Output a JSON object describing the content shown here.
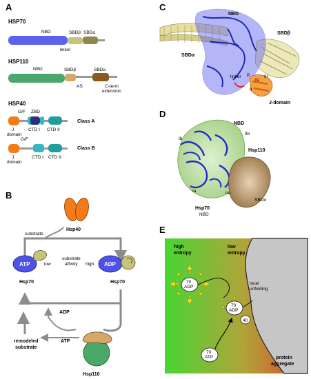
{
  "panels": {
    "a": "A",
    "b": "B",
    "c": "C",
    "d": "D",
    "e": "E"
  },
  "panel_a": {
    "hsp70": {
      "title": "HSP70",
      "nbd": "NBD",
      "sbdb": "SBDβ",
      "sbda": "SBDα",
      "linker": "linker"
    },
    "hsp110": {
      "title": "HSP110",
      "nbd": "NBD",
      "sbdb": "SBDβ",
      "sbda": "SBDα",
      "as": "AS",
      "cterm_1": "C-term",
      "cterm_2": "extension"
    },
    "hsp40": {
      "title": "HSP40",
      "class_a": {
        "gf": "G/F",
        "zbd": "ZBD",
        "j_1": "J",
        "j_2": "domain",
        "ctd1": "CTD I",
        "ctd2": "CTD II",
        "label": "Class A"
      },
      "class_b": {
        "gf": "G/F",
        "j_1": "J",
        "j_2": "domain",
        "ctd1": "CTD I",
        "ctd2": "CTD II",
        "label": "Class B"
      }
    }
  },
  "panel_b": {
    "hsp40": "Hsp40",
    "substrate": "substrate",
    "atp_state": "ATP",
    "adp_state": "ADP",
    "low": "low",
    "affinity_1": "substrate",
    "affinity_2": "affinity",
    "high": "high",
    "hsp70_left": "Hsp70",
    "hsp70_right": "Hsp70",
    "adp_release": "ADP",
    "atp_bind": "ATP",
    "remodeled_1": "remodeled",
    "remodeled_2": "substrate",
    "hsp110": "Hsp110"
  },
  "panel_c": {
    "nbd": "NBD",
    "sbdb": "SBDβ",
    "sbda": "SBDα",
    "linker": "linker",
    "helix_p": "P",
    "helix_ii": "II",
    "helix_iii": "III",
    "helix_iv": "IV",
    "jdomain": "J-domain"
  },
  "panel_d": {
    "nbd": "NBD",
    "iib": "IIb",
    "ib": "Ib",
    "hsp110": "Hsp110",
    "ia": "Ia",
    "iia": "IIa",
    "sbda": "SBDα",
    "hsp70": "Hsp70",
    "hsp70_sub": "NBD"
  },
  "panel_e": {
    "high_1": "high",
    "high_2": "entropy",
    "low_1": "low",
    "low_2": "entropy",
    "n70": "70",
    "adp": "ADP",
    "n70b": "70",
    "adpb": "ADP",
    "n40": "40",
    "n70c": "70",
    "atp": "ATP",
    "unfold_1": "local",
    "unfold_2": "unfolding",
    "aggregate_1": "protein",
    "aggregate_2": "aggregate"
  },
  "colors": {
    "nbd_blue": "#5b62f0",
    "sbdb_tan": "#c8c27a",
    "sbda_olive": "#8d8955",
    "hsp110_green": "#4aa86a",
    "hsp110_tan": "#d6a868",
    "hsp110_brown": "#8a5a1d",
    "jdomain_orange": "#f47b17",
    "zbd_navy": "#2d2f7c",
    "ctd_teal": "#34b7bd",
    "arrow_gray": "#8c8c8c",
    "aggregate_gray": "#c6c6c6",
    "entropy_green": "#49d534",
    "entropy_red": "#e0442a"
  }
}
